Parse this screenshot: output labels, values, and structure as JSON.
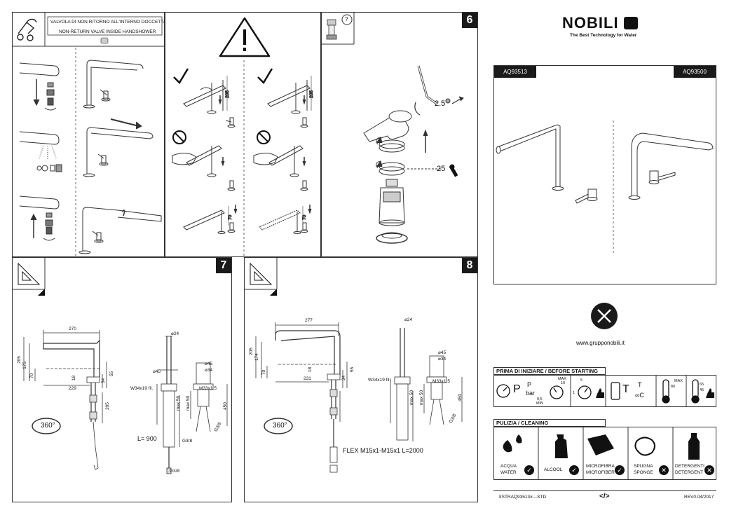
{
  "panel1": {
    "title_it": "VALVOLA DI NON RITORNO ALL'INTERNO DOCCETTA",
    "title_en": "NON-RETURN VALVE INSIDE HANDSHOWER"
  },
  "panel6": {
    "number": "6",
    "help_symbol": "?",
    "dim_hex": "2.5",
    "dim_torque": "25"
  },
  "panel7": {
    "number": "7",
    "dims": {
      "w270": "270",
      "w229": "229",
      "h205": "205",
      "h175": "175",
      "h70": "70",
      "d18": "18",
      "h34": "34",
      "h55": "55",
      "h205b": "205",
      "d24": "⌀24",
      "d45": "⌀45",
      "thread": "W34x19 fil.",
      "max50": "max 50",
      "l900": "L= 900",
      "g38": "G3/8",
      "g38b": "G3/8",
      "d45b": "⌀45",
      "d34": "⌀34",
      "m33": "M33x1.5",
      "max50b": "max 50",
      "h450": "450",
      "g38c": "G3/8",
      "rot": "360°"
    }
  },
  "panel8": {
    "number": "8",
    "dims": {
      "w277": "277",
      "w231": "231",
      "h205": "205",
      "h174": "174",
      "h70": "70",
      "d18": "18",
      "h34": "34",
      "h55": "55",
      "d24": "⌀24",
      "d45": "⌀45",
      "d34": "⌀34",
      "thread": "W34x19 fil.",
      "m33": "M33x1.5",
      "max50": "max 50",
      "h450": "450",
      "max50b": "max 50",
      "g38": "G3/8",
      "flex": "FLEX M15x1-M15x1 L=2000",
      "rot": "360°"
    }
  },
  "brand": {
    "logo": "NOBILI",
    "tagline": "The Best Technology for Water",
    "model_a": "AQ93513",
    "model_b": "AQ93500",
    "website": "www.grupponobili.it"
  },
  "before_start": {
    "title": "PRIMA DI INIZIARE / BEFORE STARTING",
    "p": "P",
    "bar": "bar",
    "max": "MAX",
    "v10": "10",
    "v05": "0,5",
    "min": "MIN",
    "v5": "5",
    "v1": "1",
    "t": "T",
    "tc": "T",
    "cinf": "∞C",
    "max2": "MAX",
    "v80": "80",
    "v65": "65",
    "v45": "45"
  },
  "cleaning": {
    "title": "PULIZIA / CLEANING",
    "items": [
      {
        "it": "ACQUA",
        "en": "WATER",
        "ok": true
      },
      {
        "it": "ALCOOL",
        "en": "",
        "ok": true
      },
      {
        "it": "MICROFIBRA",
        "en": "MICROFIBER",
        "ok": true
      },
      {
        "it": "SPUGNA",
        "en": "SPONGE",
        "ok": false
      },
      {
        "it": "DETERGENTI",
        "en": "DETERGENT",
        "ok": false
      }
    ]
  },
  "footer": {
    "code": "IISTRAQ93513#---STD",
    "icon": "</>",
    "rev": "REV0.04/2017"
  }
}
